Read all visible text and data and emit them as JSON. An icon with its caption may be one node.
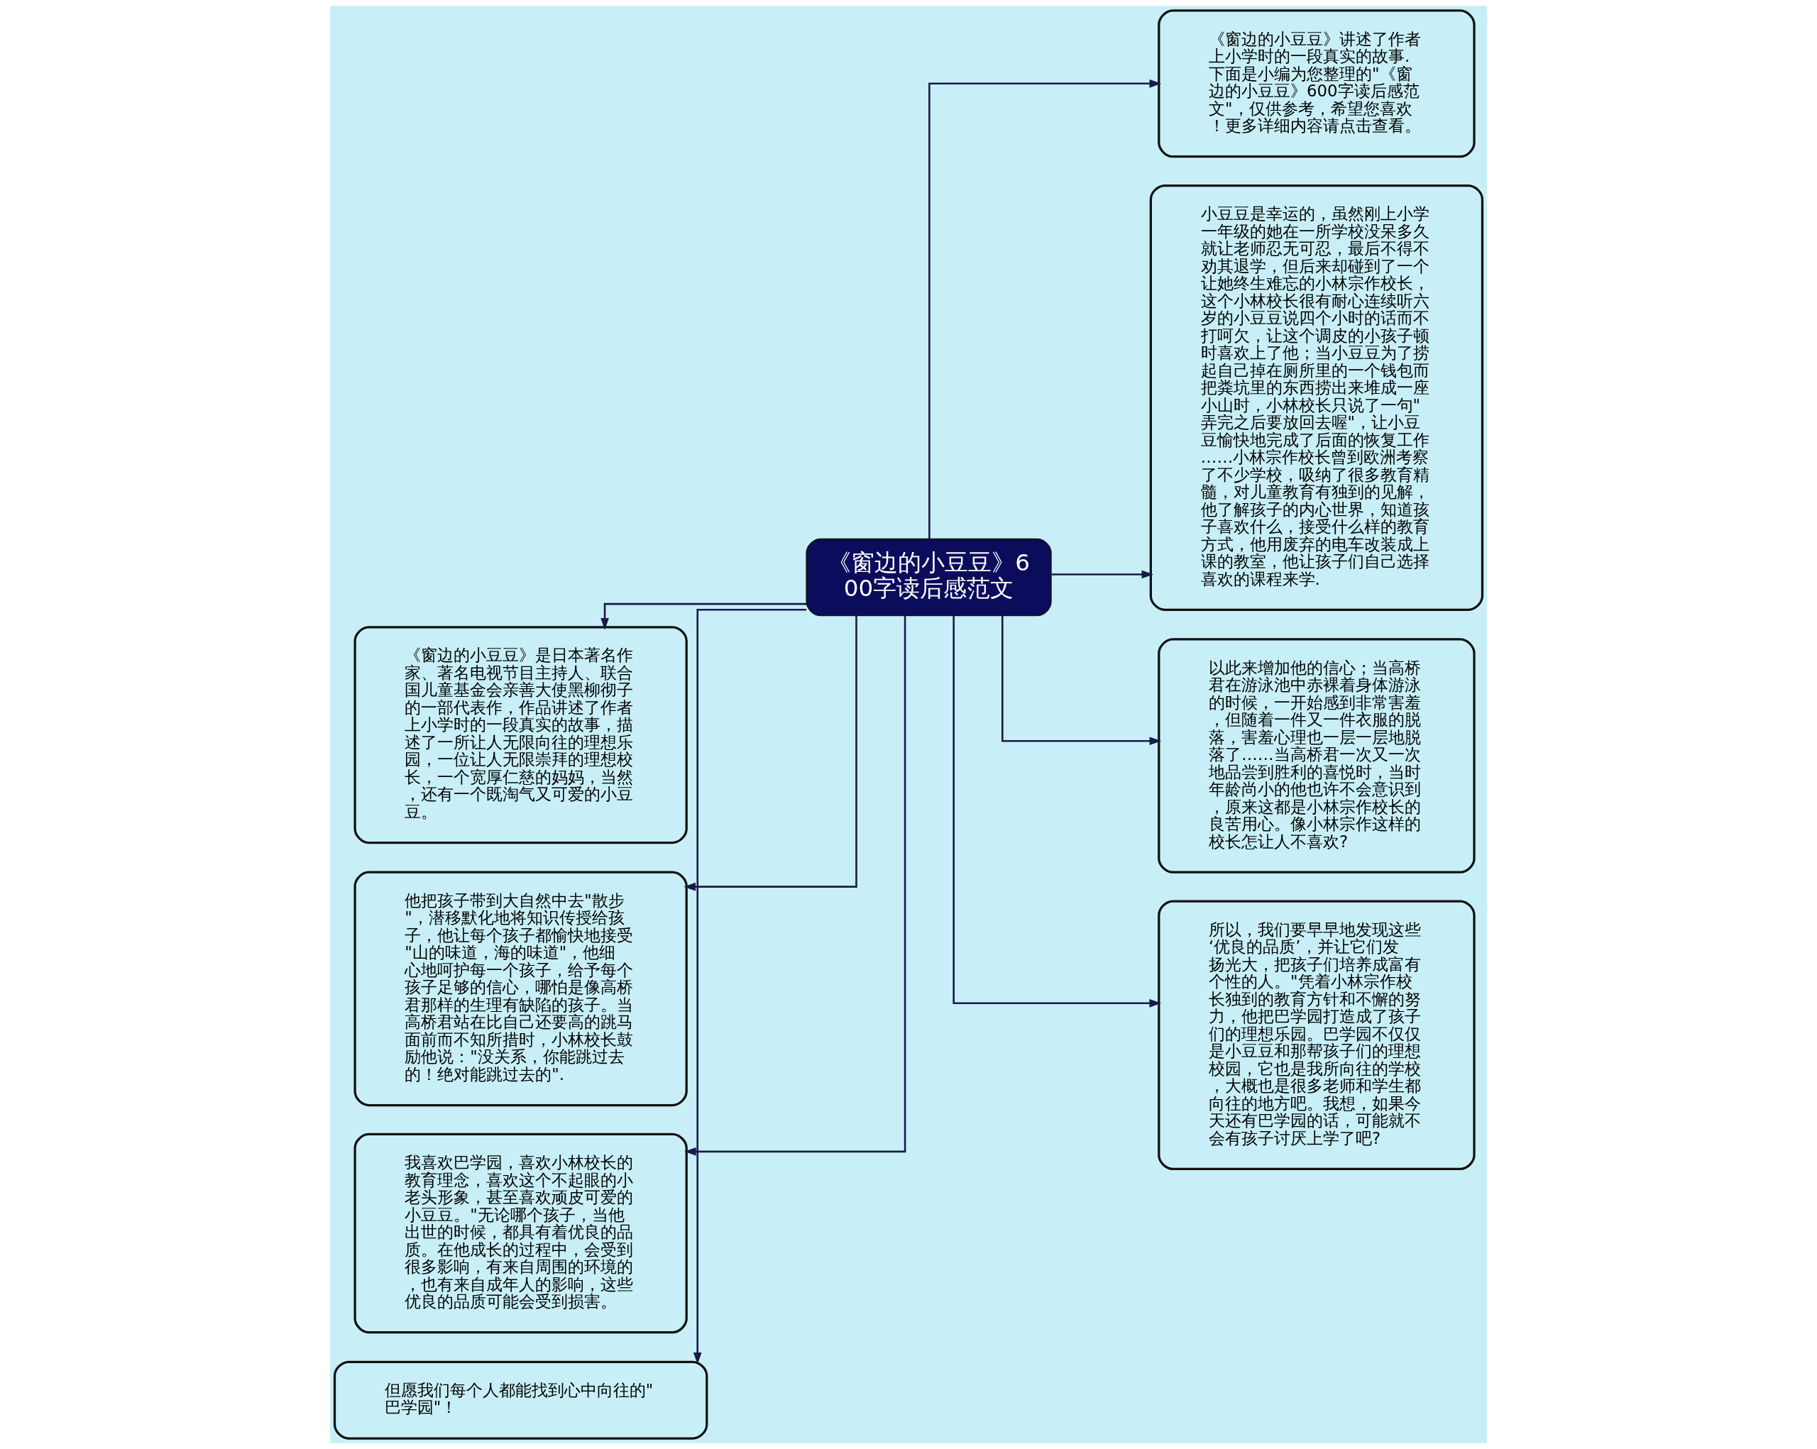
{
  "diagram": {
    "nodes": [
      {
        "text": [
          "《窗边的小豆豆》600字读后感范文"
        ]
      },
      {
        "text": [
          "《窗边的小豆豆》讲述了作者上小学时的一段真实的故事.下面是小编为您整理的\"《窗边的小豆豆》600字读后感范文\"，仅供参考，希望您喜欢！更多详细内容请点击查看。"
        ]
      },
      {
        "text": [
          "小豆豆是幸运的，虽然刚上小学一年级的她在一所学校没呆多久就让老师忍无可忍，最后不得不劝其退学，但后来却碰到了一个让她终生难忘的小林宗作校长，这个小林校长很有耐心连续听六岁的小豆豆说四个小时的话而不打呵欠，让这个调皮的小孩子顿时喜欢上了他；当小豆豆为了捞起自己掉在厕所里的一个钱包而把粪坑里的东西捞出来堆成一座小山时，小林校长只说了一句\"弄完之后要放回去喔\"，让小豆豆愉快地完成了后面的恢复工作……小林宗作校长曾到欧洲考察了不少学校，吸纳了很多教育精髓，对儿童教育有独到的见解，他了解孩子的内心世界，知道孩子喜欢什么，接受什么样的教育方式，他用废弃的电车改装成上课的教室，他让孩子们自己选择喜欢的课程来学."
        ]
      },
      {
        "text": [
          "以此来增加他的信心；当高桥君在游泳池中赤裸着身体游泳的时候，一开始感到非常害羞，但随着一件又一件衣服的脱落，害羞心理也一层一层地脱落了……当高桥君一次又一次地品尝到胜利的喜悦时，当时年龄尚小的他也许不会意识到，原来这都是小林宗作校长的良苦用心。像小林宗作这样的校长怎让人不喜欢?"
        ]
      },
      {
        "text": [
          "所以，我们要早早地发现这些‘优良的品质’，并让它们发扬光大，把孩子们培养成富有个性的人。\"凭着小林宗作校长独到的教育方针和不懈的努力，他把巴学园打造成了孩子们的理想乐园。巴学园不仅仅是小豆豆和那帮孩子们的理想校园，它也是我所向往的学校，大概也是很多老师和学生都向往的地方吧。我想，如果今天还有巴学园的话，可能就不会有孩子讨厌上学了吧?"
        ]
      },
      {
        "text": [
          "《窗边的小豆豆》是日本著名作家、著名电视节目主持人、联合国儿童基金会亲善大使黑柳彻子的一部代表作，作品讲述了作者上小学时的一段真实的故事，描述了一所让人无限向往的理想乐园，一位让人无限崇拜的理想校长，一个宽厚仁慈的妈妈，当然，还有一个既淘气又可爱的小豆豆。"
        ]
      },
      {
        "text": [
          "他把孩子带到大自然中去\"散步\"，潜移默化地将知识传授给孩子，他让每个孩子都愉快地接受\"山的味道，海的味道\"，他细心地呵护每一个孩子，给予每个孩子足够的信心，哪怕是像高桥君那样的生理有缺陷的孩子。当高桥君站在比自己还要高的跳马面前而不知所措时，小林校长鼓励他说：\"没关系，你能跳过去的！绝对能跳过去的\"."
        ]
      },
      {
        "text": [
          "我喜欢巴学园，喜欢小林校长的教育理念，喜欢这个不起眼的小老头形象，甚至喜欢顽皮可爱的小豆豆。\"无论哪个孩子，当他出世的时候，都具有着优良的品质。在他成长的过程中，会受到很多影响，有来自周围的环境的，也有来自成年人的影响，这些优良的品质可能会受到损害。"
        ]
      },
      {
        "text": [
          "但愿我们每个人都能找到心中向往的\"巴学园\"！"
        ]
      }
    ],
    "edges": [
      {
        "from": 0,
        "to": 1,
        "arrow": "to"
      },
      {
        "from": 0,
        "to": 2,
        "arrow": "to"
      },
      {
        "from": 0,
        "to": 3,
        "arrow": "to"
      },
      {
        "from": 0,
        "to": 4,
        "arrow": "to"
      },
      {
        "from": 0,
        "to": 5,
        "arrow": "to"
      },
      {
        "from": 0,
        "to": 6,
        "arrow": "to"
      },
      {
        "from": 0,
        "to": 7,
        "arrow": "to"
      },
      {
        "from": 0,
        "to": 8,
        "arrow": "to"
      }
    ]
  }
}
